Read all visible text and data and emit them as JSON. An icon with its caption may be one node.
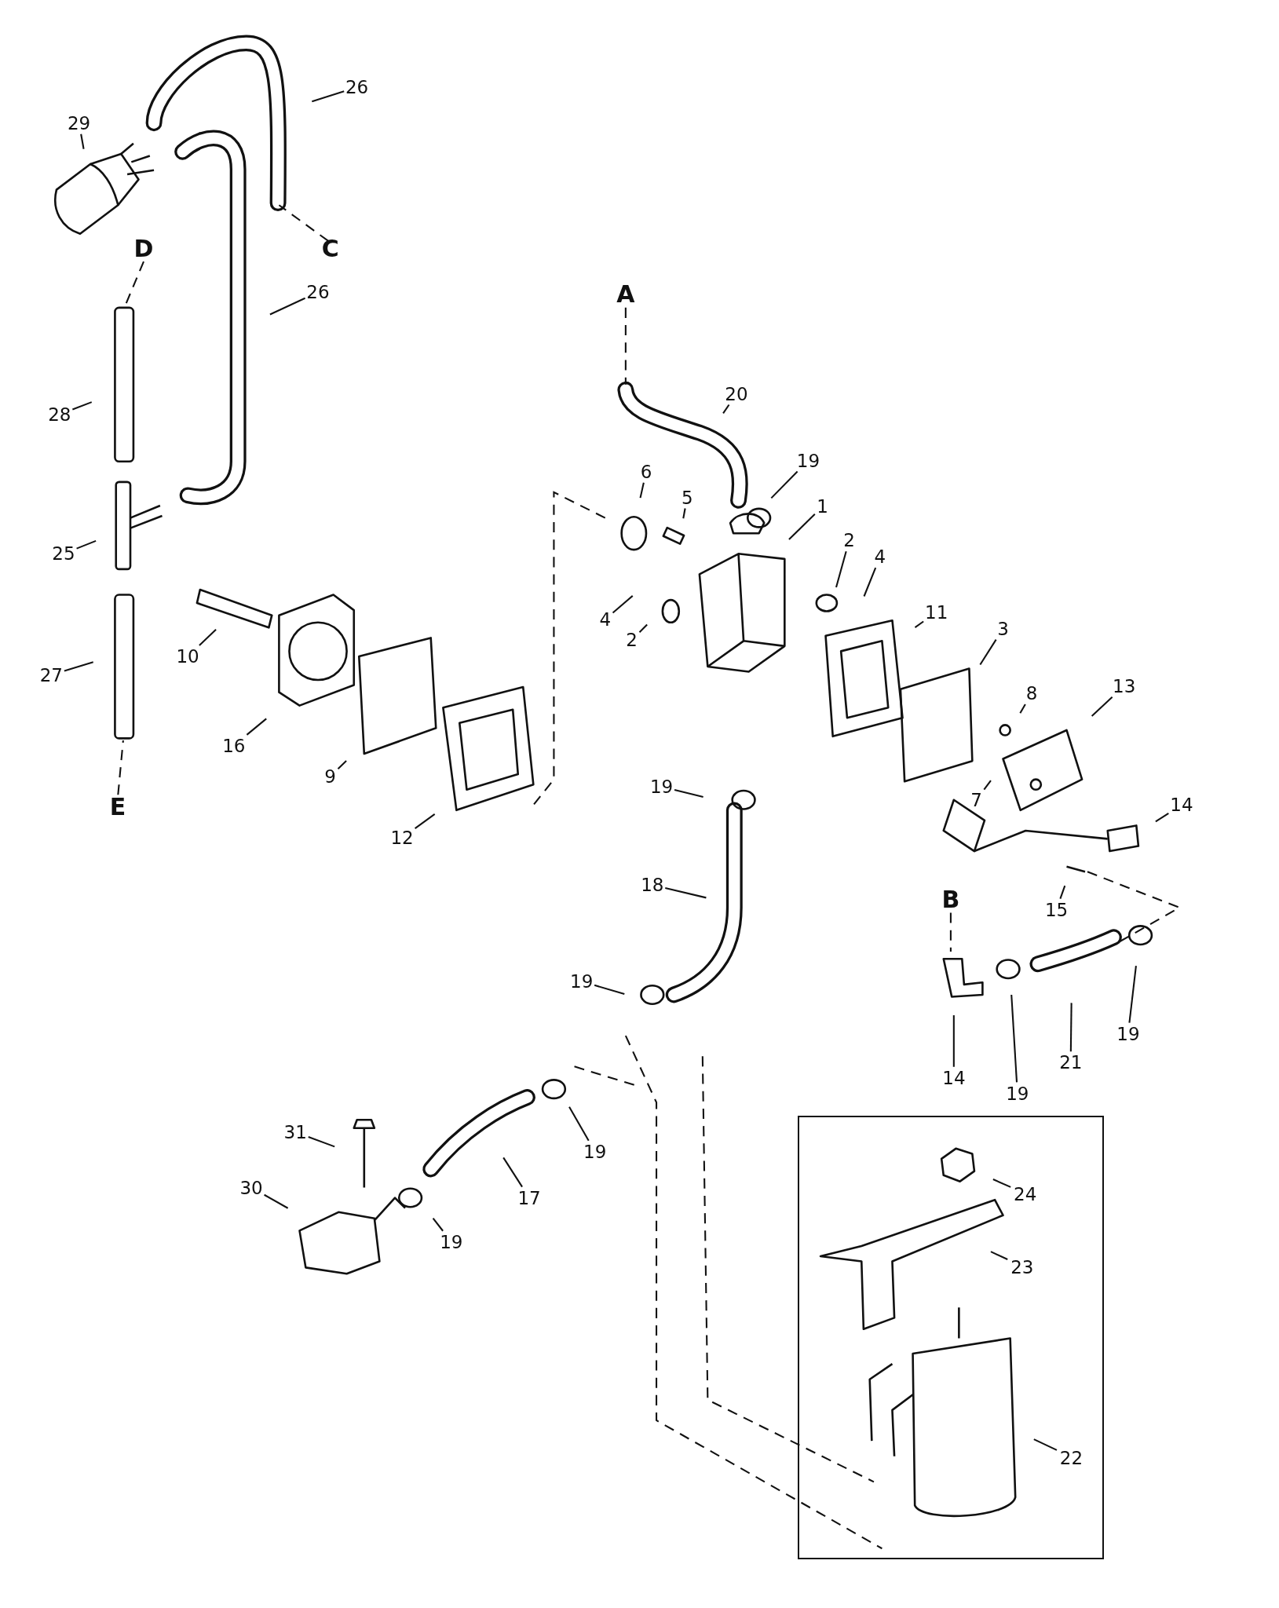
{
  "diagram": {
    "nodes": [
      {
        "text": [
          "26"
        ]
      },
      {
        "text": [
          "29"
        ]
      },
      {
        "text": [
          "26"
        ]
      },
      {
        "text": [
          "20"
        ]
      },
      {
        "text": [
          "28"
        ]
      },
      {
        "text": [
          "19"
        ]
      },
      {
        "text": [
          "6"
        ]
      },
      {
        "text": [
          "1"
        ]
      },
      {
        "text": [
          "5"
        ]
      },
      {
        "text": [
          "2"
        ]
      },
      {
        "text": [
          "4"
        ]
      },
      {
        "text": [
          "25"
        ]
      },
      {
        "text": [
          "11"
        ]
      },
      {
        "text": [
          "4"
        ]
      },
      {
        "text": [
          "3"
        ]
      },
      {
        "text": [
          "2"
        ]
      },
      {
        "text": [
          "10"
        ]
      },
      {
        "text": [
          "27"
        ]
      },
      {
        "text": [
          "13"
        ]
      },
      {
        "text": [
          "8"
        ]
      },
      {
        "text": [
          "16"
        ]
      },
      {
        "text": [
          "9"
        ]
      },
      {
        "text": [
          "7"
        ]
      },
      {
        "text": [
          "19"
        ]
      },
      {
        "text": [
          "14"
        ]
      },
      {
        "text": [
          "12"
        ]
      },
      {
        "text": [
          "18"
        ]
      },
      {
        "text": [
          "15"
        ]
      },
      {
        "text": [
          "19"
        ]
      },
      {
        "text": [
          "19"
        ]
      },
      {
        "text": [
          "21"
        ]
      },
      {
        "text": [
          "14"
        ]
      },
      {
        "text": [
          "19"
        ]
      },
      {
        "text": [],
        "shape": "box"
      },
      {
        "text": [
          "31"
        ]
      },
      {
        "text": [
          "19"
        ]
      },
      {
        "text": [
          "30"
        ]
      },
      {
        "text": [
          "24"
        ],
        "in": 33
      },
      {
        "text": [
          "17"
        ]
      },
      {
        "text": [
          "19"
        ]
      },
      {
        "text": [
          "23"
        ],
        "in": 33
      },
      {
        "text": [
          "22"
        ],
        "in": 33
      }
    ],
    "edges": [
      {
        "from": 0,
        "to": null,
        "arrow": "none"
      },
      {
        "from": 1,
        "to": null,
        "arrow": "none"
      },
      {
        "from": 2,
        "to": null,
        "arrow": "none"
      },
      {
        "from": 3,
        "to": null,
        "arrow": "none"
      },
      {
        "from": 4,
        "to": null,
        "arrow": "none"
      },
      {
        "from": 5,
        "to": null,
        "arrow": "none"
      },
      {
        "from": 6,
        "to": null,
        "arrow": "none"
      },
      {
        "from": 7,
        "to": null,
        "arrow": "none"
      },
      {
        "from": 8,
        "to": null,
        "arrow": "none"
      },
      {
        "from": 9,
        "to": null,
        "arrow": "none"
      },
      {
        "from": 10,
        "to": null,
        "arrow": "none"
      },
      {
        "from": 11,
        "to": null,
        "arrow": "none"
      },
      {
        "from": 12,
        "to": null,
        "arrow": "none"
      },
      {
        "from": 13,
        "to": null,
        "arrow": "none"
      },
      {
        "from": 14,
        "to": null,
        "arrow": "none"
      },
      {
        "from": 15,
        "to": null,
        "arrow": "none"
      },
      {
        "from": 16,
        "to": null,
        "arrow": "none"
      },
      {
        "from": 17,
        "to": null,
        "arrow": "none"
      },
      {
        "from": 18,
        "to": null,
        "arrow": "none"
      },
      {
        "from": 19,
        "to": null,
        "arrow": "none"
      },
      {
        "from": 20,
        "to": null,
        "arrow": "none"
      },
      {
        "from": 21,
        "to": null,
        "arrow": "none"
      },
      {
        "from": 22,
        "to": null,
        "arrow": "none"
      },
      {
        "from": 23,
        "to": null,
        "arrow": "none"
      },
      {
        "from": 24,
        "to": null,
        "arrow": "none"
      },
      {
        "from": 25,
        "to": null,
        "arrow": "none"
      },
      {
        "from": 26,
        "to": null,
        "arrow": "none"
      },
      {
        "from": 27,
        "to": null,
        "arrow": "none"
      },
      {
        "from": 28,
        "to": null,
        "arrow": "none"
      },
      {
        "from": 29,
        "to": null,
        "arrow": "none"
      },
      {
        "from": 30,
        "to": null,
        "arrow": "none"
      },
      {
        "from": 31,
        "to": null,
        "arrow": "none"
      },
      {
        "from": 32,
        "to": null,
        "arrow": "none"
      },
      {
        "from": 34,
        "to": null,
        "arrow": "none"
      },
      {
        "from": 35,
        "to": null,
        "arrow": "none"
      },
      {
        "from": 36,
        "to": null,
        "arrow": "none"
      },
      {
        "from": 37,
        "to": null,
        "arrow": "none"
      },
      {
        "from": 38,
        "to": null,
        "arrow": "none"
      },
      {
        "from": 39,
        "to": null,
        "arrow": "none"
      },
      {
        "from": 40,
        "to": null,
        "arrow": "none"
      },
      {
        "from": 41,
        "to": null,
        "arrow": "none"
      }
    ],
    "labels": [
      "D",
      "C",
      "A",
      "E",
      "B"
    ]
  }
}
